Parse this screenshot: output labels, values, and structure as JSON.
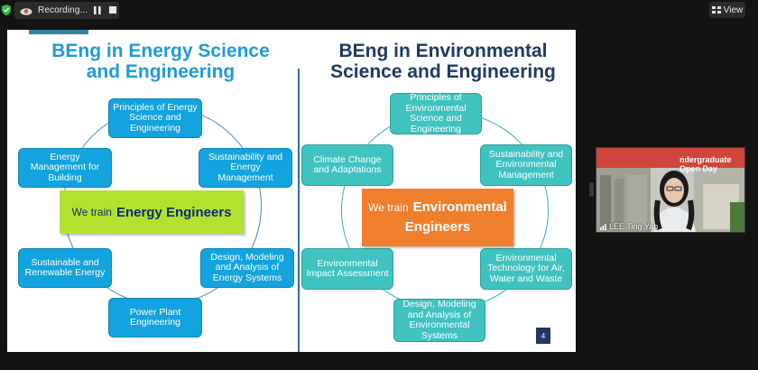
{
  "toolbar": {
    "recording_label": "Recording...",
    "view_label": "View"
  },
  "slide": {
    "left_title_line1": "BEng in Energy Science",
    "left_title_line2": "and Engineering",
    "right_title_line1": "BEng in Environmental",
    "right_title_line2": "Science and Engineering",
    "left_nodes": [
      "Principles of Energy Science and Engineering",
      "Sustainability and Energy Management",
      "Design, Modeling and Analysis of Energy Systems",
      "Power Plant Engineering",
      "Sustainable and Renewable Energy",
      "Energy Management for Building"
    ],
    "right_nodes": [
      "Principles of Environmental Science and Engineering",
      "Sustainability and Environmental Management",
      "Environmental Technology for Air, Water and Waste",
      "Design, Modeling and Analysis of Environmental Systems",
      "Environmental Impact Assessment",
      "Climate Change and Adaptations"
    ],
    "left_callout_prefix": "We train",
    "left_callout_emphasis": "Energy Engineers",
    "right_callout_prefix": "We train",
    "right_callout_emphasis_line1": "Environmental",
    "right_callout_emphasis_line2": "Engineers",
    "page_number": "4"
  },
  "participant": {
    "name": "LEE Ting Yan",
    "banner_text": "ndergraduate Open Day"
  },
  "colors": {
    "energy_blue": "#13a3de",
    "env_teal": "#3fc2c0",
    "callout_green": "#b2e22e",
    "callout_orange": "#f07f2d"
  }
}
